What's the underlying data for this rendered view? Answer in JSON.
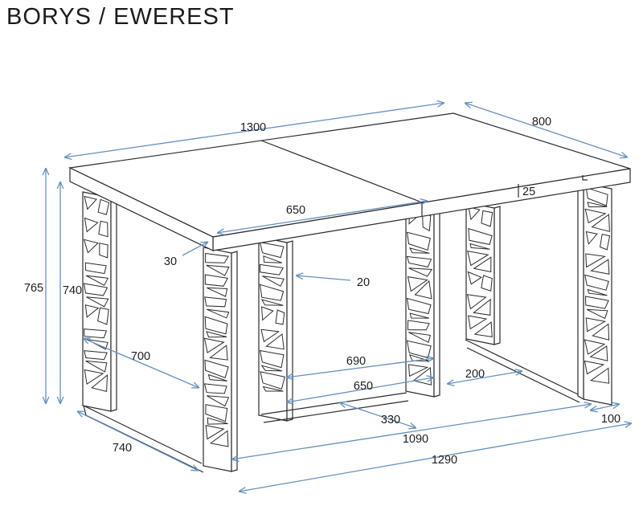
{
  "title": "BORYS / EWEREST",
  "drawing": {
    "dimensions": {
      "top_length": "1300",
      "top_depth": "800",
      "top_thickness": "25",
      "height_total": "765",
      "height_legs": "740",
      "half_top": "650",
      "top_overhang": "30",
      "panel_thickness": "20",
      "left_frame_inner": "700",
      "left_runner_depth": "740",
      "mid_opening_upper": "690",
      "mid_opening_lower": "650",
      "mid_to_right_gap": "200",
      "front_floor_offset": "330",
      "runner_end_width": "100",
      "floor_span_inner": "1090",
      "floor_span_outer": "1290"
    },
    "colors": {
      "dimension_accent": "#6590bf",
      "line": "#2b2b2b",
      "background": "#ffffff"
    }
  }
}
